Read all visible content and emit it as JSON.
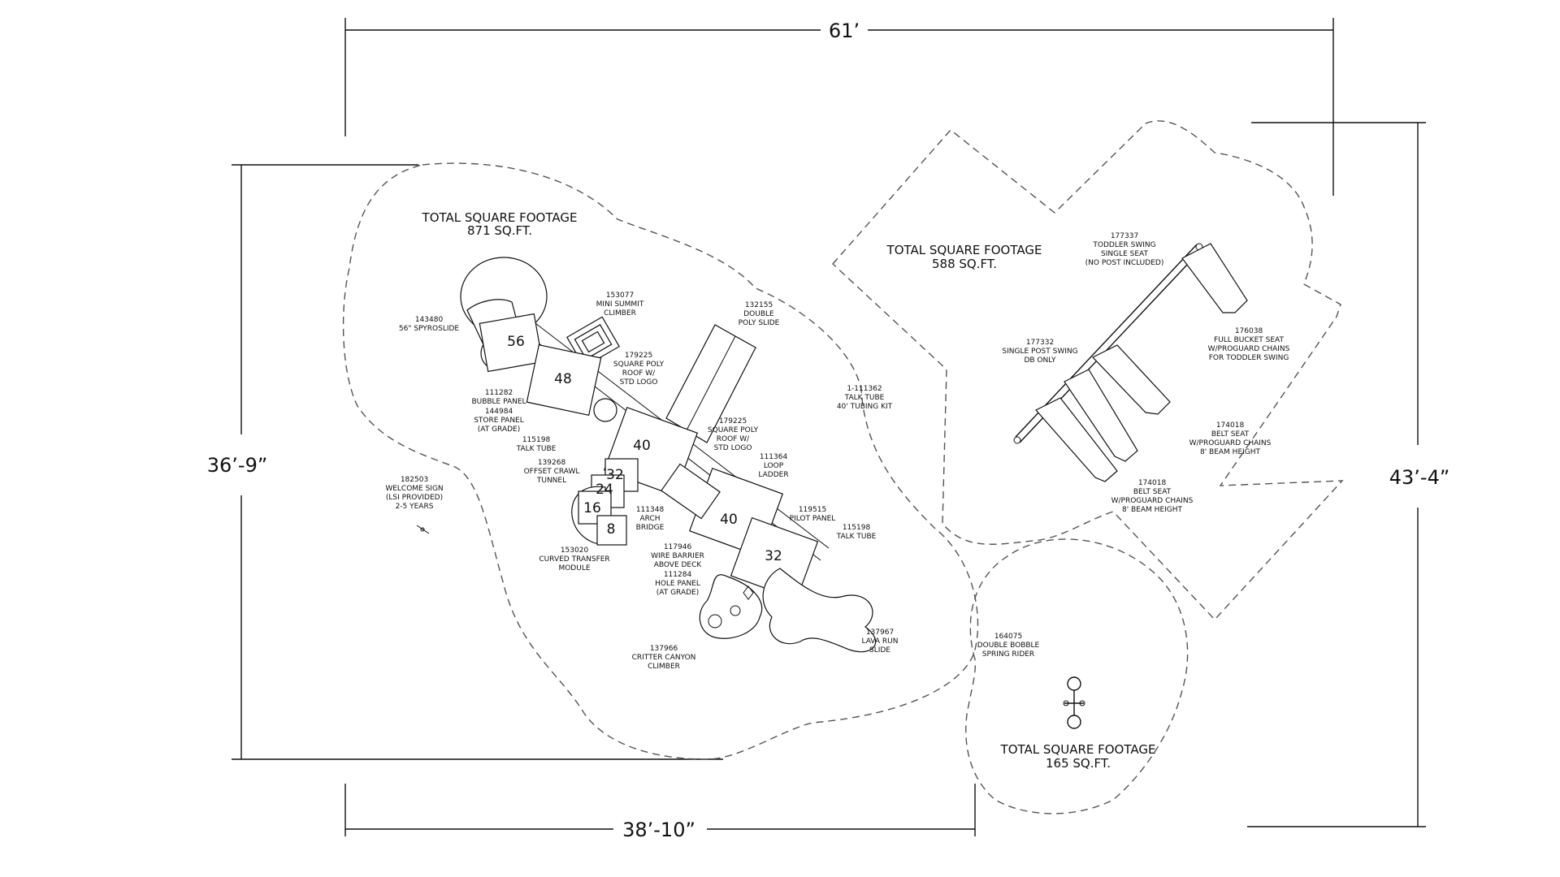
{
  "dimensions": {
    "top_width": "61’",
    "left_height": "36’-9”",
    "right_height": "43’-4”",
    "bottom_width": "38’-10”"
  },
  "zones": {
    "main": {
      "title": "TOTAL  SQUARE  FOOTAGE",
      "area": "871  SQ.FT."
    },
    "swing": {
      "title": "TOTAL  SQUARE  FOOTAGE",
      "area": "588  SQ.FT."
    },
    "spring": {
      "title": "TOTAL  SQUARE  FOOTAGE",
      "area": "165  SQ.FT."
    }
  },
  "deck_heights": [
    "56",
    "48",
    "40",
    "40",
    "32",
    "32",
    "24",
    "16",
    "8"
  ],
  "components": {
    "c143480": [
      "143480",
      "56\" SPYROSLIDE"
    ],
    "c153077": [
      "153077",
      "MINI SUMMIT",
      "CLIMBER"
    ],
    "c132155": [
      "132155",
      "DOUBLE",
      "POLY SLIDE"
    ],
    "c179225a": [
      "179225",
      "SQUARE POLY",
      "ROOF W/",
      "STD LOGO"
    ],
    "c111282": [
      "111282",
      "BUBBLE PANEL"
    ],
    "c144984": [
      "144984",
      "STORE PANEL",
      "(AT GRADE)"
    ],
    "c115198a": [
      "115198",
      "TALK TUBE"
    ],
    "c139268": [
      "139268",
      "OFFSET CRAWL",
      "TUNNEL"
    ],
    "c182503": [
      "182503",
      "WELCOME SIGN",
      "(LSI PROVIDED)",
      "2-5 YEARS"
    ],
    "c1_111362": [
      "1-111362",
      "TALK TUBE",
      "40' TUBING KIT"
    ],
    "c179225b": [
      "179225",
      "SQUARE POLY",
      "ROOF W/",
      "STD LOGO"
    ],
    "c111364": [
      "111364",
      "LOOP",
      "LADDER"
    ],
    "c111348": [
      "111348",
      "ARCH",
      "BRIDGE"
    ],
    "c119515": [
      "119515",
      "PILOT PANEL"
    ],
    "c115198b": [
      "115198",
      "TALK TUBE"
    ],
    "c153020": [
      "153020",
      "CURVED TRANSFER",
      "MODULE"
    ],
    "c117946": [
      "117946",
      "WIRE BARRIER",
      "ABOVE DECK"
    ],
    "c111284": [
      "111284",
      "HOLE PANEL",
      "(AT GRADE)"
    ],
    "c137966": [
      "137966",
      "CRITTER CANYON",
      "CLIMBER"
    ],
    "c137967": [
      "137967",
      "LAVA RUN",
      "SLIDE"
    ],
    "c177337": [
      "177337",
      "TODDLER SWING",
      "SINGLE SEAT",
      "(NO POST INCLUDED)"
    ],
    "c177332": [
      "177332",
      "SINGLE POST SWING",
      "DB ONLY"
    ],
    "c176038": [
      "176038",
      "FULL BUCKET SEAT",
      "W/PROGUARD CHAINS",
      "FOR TODDLER SWING"
    ],
    "c174018a": [
      "174018",
      "BELT SEAT",
      "W/PROGUARD CHAINS",
      "8' BEAM HEIGHT"
    ],
    "c174018b": [
      "174018",
      "BELT SEAT",
      "W/PROGUARD CHAINS",
      "8' BEAM HEIGHT"
    ],
    "c164075": [
      "164075",
      "DOUBLE BOBBLE",
      "SPRING RIDER"
    ]
  }
}
